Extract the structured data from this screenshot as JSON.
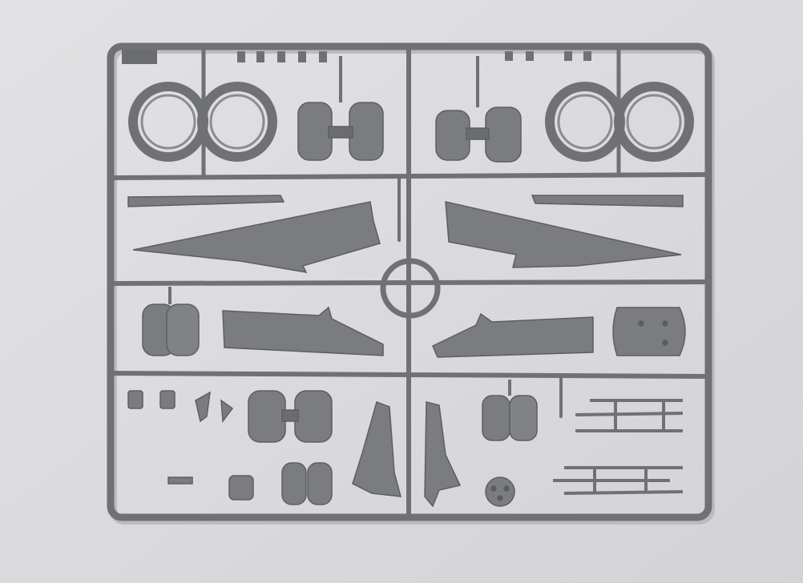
{
  "image": {
    "subject": "plastic-model-kit-sprue",
    "colors": {
      "background": "#dcdcde",
      "plastic": "#7a7c7e",
      "plastic_light": "#8c8e90",
      "plastic_dark": "#5a5c5e",
      "shadow": "#b9babd"
    },
    "parts": [
      "engine-intake-ring-left",
      "engine-intake-ring-right",
      "wheel-pair-top-left",
      "wheel-pair-top-right",
      "wing-strip-left",
      "wing-strip-right",
      "fuselage-half-left",
      "fuselage-half-right",
      "center-ring",
      "stabilizer-left",
      "stabilizer-right",
      "wheel-mid-left",
      "engine-nacelle-right",
      "wheel-pair-bottom-left",
      "wheel-pair-bottom-right",
      "fin-left",
      "fin-right",
      "rod-set-upper",
      "rod-set-lower",
      "small-gear-parts"
    ]
  }
}
